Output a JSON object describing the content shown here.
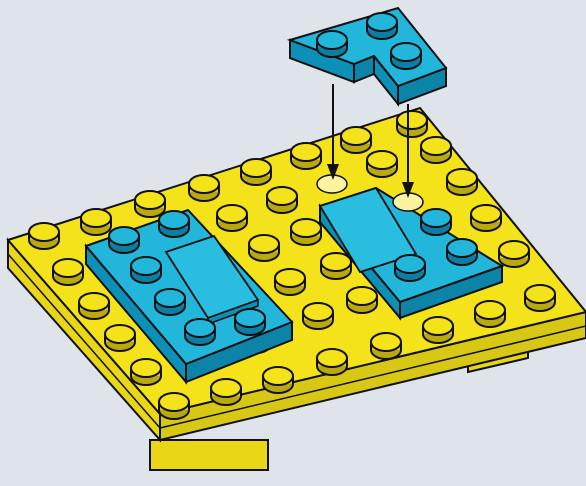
{
  "scene": {
    "base_plate": {
      "color": "#f4e21a",
      "shade": "#cdbd12",
      "studs_cols": 8,
      "studs_rows": 6
    },
    "placed_pieces": [
      {
        "name": "left-plate-assembly",
        "color": "#1fb4d6"
      },
      {
        "name": "right-plate-assembly",
        "color": "#1fb4d6"
      }
    ],
    "floating_piece": {
      "name": "l-shaped-plate",
      "color": "#1fb4d6",
      "studs": 3
    },
    "arrows": {
      "count": 2,
      "direction": "down"
    },
    "background": "#dfe3ea"
  }
}
